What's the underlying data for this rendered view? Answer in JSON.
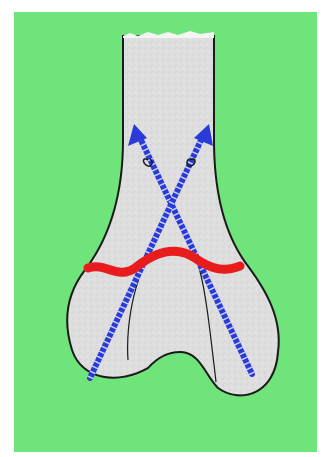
{
  "colors": {
    "page_background": "#ffffff",
    "panel_green": "#6ee47a",
    "bone_fill": "#dedede",
    "bone_outline": "#1a1a1a",
    "wire_blue": "#2a3ad6",
    "wire_dash": "#c9d0ff",
    "cut_line_red": "#e81c1c"
  },
  "diagram": {
    "subject": "bone-illustration",
    "wires": [
      {
        "name": "wire-left-to-right",
        "direction": "up-left",
        "has_arrowhead": true,
        "has_hook": true
      },
      {
        "name": "wire-right-to-left",
        "direction": "up-right",
        "has_arrowhead": true,
        "has_hook": true
      }
    ],
    "cut_line": {
      "style": "wavy",
      "color": "#e81c1c"
    }
  }
}
